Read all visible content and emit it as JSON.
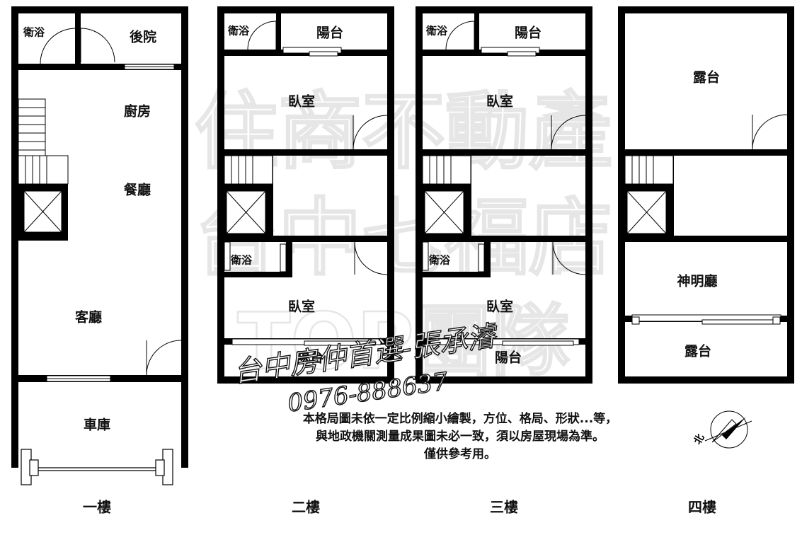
{
  "watermark": {
    "line1": "住商不動產",
    "line2": "台中七福店",
    "line3": "TOP團隊"
  },
  "floors": {
    "f1": {
      "label": "一樓",
      "rooms": {
        "bath": "衛浴",
        "backyard": "後院",
        "kitchen": "廚房",
        "dining": "餐廳",
        "living": "客廳",
        "garage": "車庫"
      }
    },
    "f2": {
      "label": "二樓",
      "rooms": {
        "bath_top": "衛浴",
        "balcony_top": "陽台",
        "bedroom_front": "臥室",
        "bath_mid": "衛浴",
        "bedroom_back": "臥室",
        "balcony_bottom": "陽台"
      }
    },
    "f3": {
      "label": "三樓",
      "rooms": {
        "bath_top": "衛浴",
        "balcony_top": "陽台",
        "bedroom_front": "臥室",
        "bath_mid": "衛浴",
        "bedroom_back": "臥室",
        "balcony_bottom": "陽台"
      }
    },
    "f4": {
      "label": "四樓",
      "rooms": {
        "terrace_top": "露台",
        "shrine": "神明廳",
        "terrace_bottom": "露台"
      }
    }
  },
  "agent": {
    "name": "台中房仲首選-張承濬",
    "phone": "0976-888637"
  },
  "disclaimer": {
    "line1": "本格局圖未依一定比例縮小繪製，方位、格局、形狀...等，",
    "line2": "與地政機關測量成果圖未必一致，須以房屋現場為準。",
    "line3": "僅供參考用。"
  },
  "compass": {
    "north_label": "北"
  }
}
